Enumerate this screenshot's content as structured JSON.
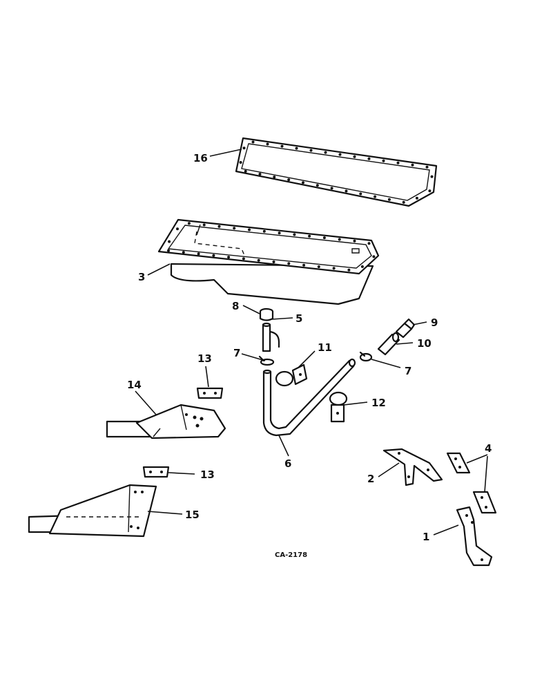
{
  "callouts": {
    "c1": "1",
    "c2": "2",
    "c3": "3",
    "c4": "4",
    "c5": "5",
    "c6": "6",
    "c7a": "7",
    "c7b": "7",
    "c8": "8",
    "c9": "9",
    "c10": "10",
    "c11": "11",
    "c12": "12",
    "c13a": "13",
    "c13b": "13",
    "c14": "14",
    "c15": "15",
    "c16": "16"
  },
  "drawing_code": "CA-2178"
}
